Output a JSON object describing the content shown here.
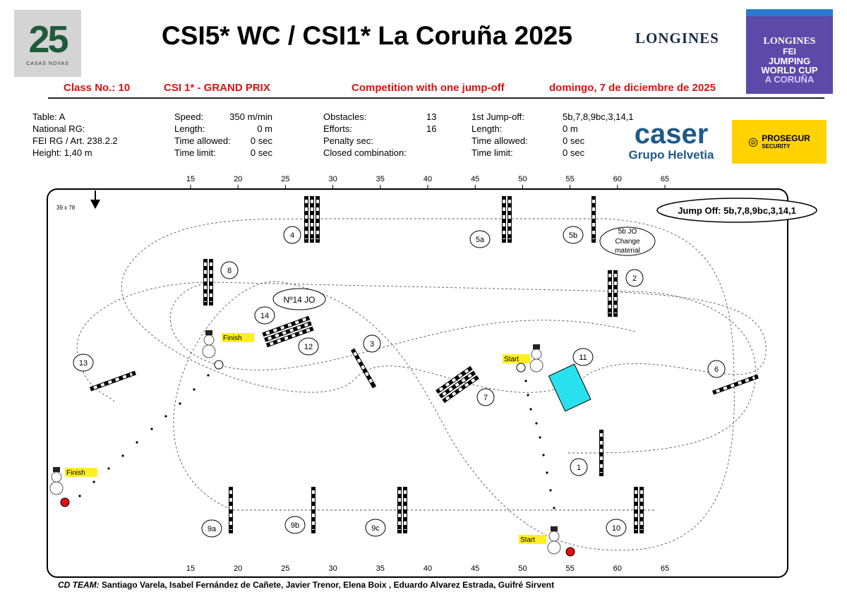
{
  "header": {
    "logo_number": "25",
    "logo_text": "CASAS NOVAS",
    "title": "CSI5* WC / CSI1* La Coruña 2025",
    "longines": "LONGINES",
    "world_cup": {
      "line1": "LONGINES",
      "line2": "FEI",
      "line3": "JUMPING",
      "line4": "WORLD CUP",
      "line5": "A CORUÑA"
    },
    "class_no": "Class No.: 10",
    "class_name": "CSI 1* - GRAND PRIX",
    "competition": "Competition with one jump-off",
    "date": "domingo, 7 de diciembre de 2025"
  },
  "info": {
    "col1": [
      "Table: A",
      "National RG:",
      "FEI RG / Art. 238.2.2",
      "Height: 1,40 m"
    ],
    "col2_labels": [
      "Speed:",
      "Length:",
      "Time allowed:",
      "Time limit:"
    ],
    "col2_values": [
      "350 m/min",
      "0 m",
      "0 sec",
      "0 sec"
    ],
    "col3_labels": [
      "Obstacles:",
      "Efforts:",
      "Penalty sec:",
      "Closed combination:"
    ],
    "col3_values": [
      "13",
      "16",
      "",
      ""
    ],
    "col4_labels": [
      "1st Jump-off:",
      "Length:",
      "Time allowed:",
      "Time limit:"
    ],
    "col4_values": [
      "5b,7,8,9bc,3,14,1",
      "0 m",
      "0 sec",
      "0 sec"
    ]
  },
  "sponsors": {
    "caser": "caser",
    "caser_sub": "Grupo Helvetia",
    "prosegur": "PROSEGUR",
    "prosegur_sub": "SECURITY"
  },
  "arena": {
    "size": "39 x 78",
    "scale": [
      "15",
      "20",
      "25",
      "30",
      "35",
      "40",
      "45",
      "50",
      "55",
      "60",
      "65"
    ],
    "jump_off_note": "Jump Off: 5b,7,8,9bc,3,14,1",
    "note_5b": [
      "5b JO",
      "Change",
      "material"
    ],
    "note_14": "Nº14 JO",
    "obstacles": [
      "4",
      "5a",
      "5b",
      "2",
      "8",
      "14",
      "12",
      "3",
      "7",
      "11",
      "6",
      "13",
      "1",
      "9a",
      "9b",
      "9c",
      "10"
    ],
    "finish": "Finish",
    "start": "Start"
  },
  "footer": {
    "label": "CD TEAM:",
    "names": "Santiago Varela, Isabel Fernández de Cañete, Javier Trenor, Elena Boix ,  Eduardo Alvarez Estrada, Guifré Sirvent"
  }
}
